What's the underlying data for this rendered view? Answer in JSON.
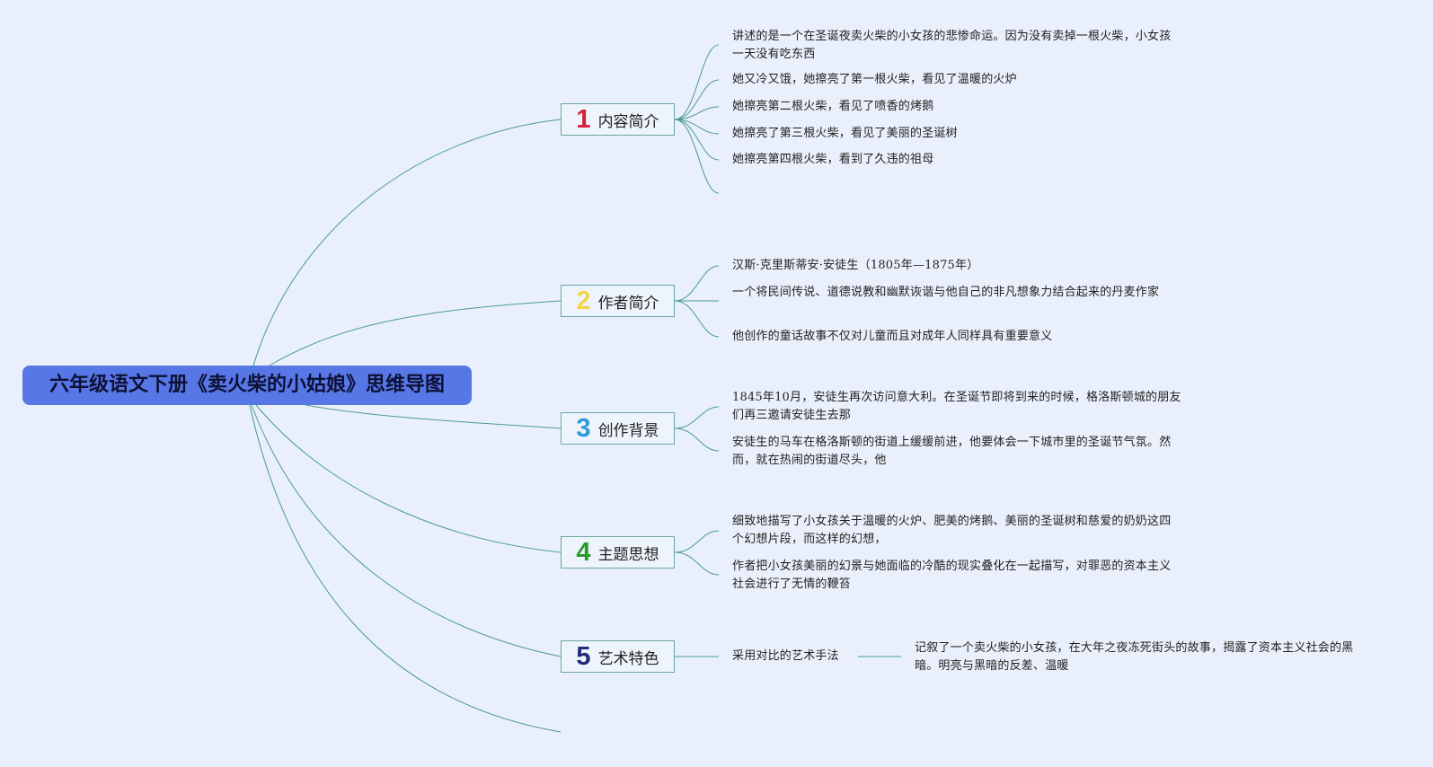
{
  "root": {
    "title": "六年级语文下册《卖火柴的小姑娘》思维导图"
  },
  "branches": [
    {
      "num": "1",
      "num_color": "#d4203a",
      "label": "内容简介",
      "leaves": [
        "讲述的是一个在圣诞夜卖火柴的小女孩的悲惨命运。因为没有卖掉一根火柴，小女孩一天没有吃东西",
        "她又冷又饿，她擦亮了第一根火柴，看见了温暖的火炉",
        "她擦亮第二根火柴，看见了喷香的烤鹅",
        "她擦亮了第三根火柴，看见了美丽的圣诞树",
        "她擦亮第四根火柴，看到了久违的祖母"
      ]
    },
    {
      "num": "2",
      "num_color": "#f2d64a",
      "label": "作者简介",
      "leaves": [
        "汉斯·克里斯蒂安·安徒生（1805年—1875年）",
        "一个将民间传说、道德说教和幽默诙谐与他自己的非凡想象力结合起来的丹麦作家",
        "他创作的童话故事不仅对儿童而且对成年人同样具有重要意义"
      ]
    },
    {
      "num": "3",
      "num_color": "#2a9ad8",
      "label": "创作背景",
      "leaves": [
        "1845年10月，安徒生再次访问意大利。在圣诞节即将到来的时候，格洛斯顿城的朋友们再三邀请安徒生去那",
        "安徒生的马车在格洛斯顿的街道上缓缓前进，他要体会一下城市里的圣诞节气氛。然而，就在热闹的街道尽头，他"
      ]
    },
    {
      "num": "4",
      "num_color": "#2a9a2e",
      "label": "主题思想",
      "leaves": [
        "细致地描写了小女孩关于温暖的火炉、肥美的烤鹅、美丽的圣诞树和慈爱的奶奶这四个幻想片段，而这样的幻想，",
        "作者把小女孩美丽的幻景与她面临的冷酷的现实叠化在一起描写，对罪恶的资本主义社会进行了无情的鞭笞"
      ]
    },
    {
      "num": "5",
      "num_color": "#232b7a",
      "label": "艺术特色",
      "leaves": [
        "采用对比的艺术手法"
      ],
      "sub": "记叙了一个卖火柴的小女孩，在大年之夜冻死街头的故事，揭露了资本主义社会的黑暗。明亮与黑暗的反差、温暖"
    }
  ]
}
